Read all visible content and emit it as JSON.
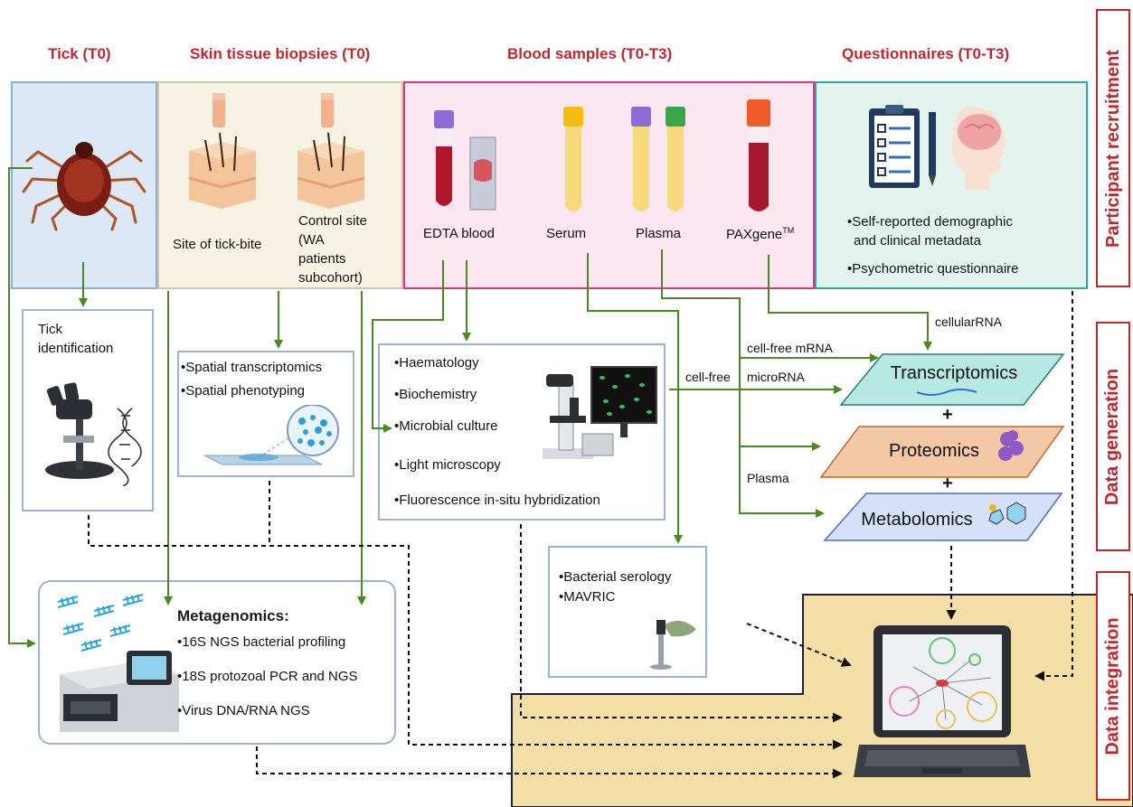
{
  "headers": {
    "tick": "Tick (T0)",
    "skin": "Skin tissue biopsies (T0)",
    "blood": "Blood samples (T0-T3)",
    "questionnaires": "Questionnaires  (T0-T3)"
  },
  "side_labels": {
    "recruitment": "Participant recruitment",
    "generation": "Data generation",
    "integration": "Data integration"
  },
  "skin": {
    "site_tick_bite": "Site of tick-bite",
    "control_site": [
      "Control site",
      "(WA",
      "patients",
      "subcohort)"
    ]
  },
  "blood": {
    "edta": "EDTA blood",
    "serum": "Serum",
    "plasma": "Plasma",
    "paxgene": "PAXgene",
    "paxgene_tm": "TM"
  },
  "questionnaires": {
    "items": [
      "•Self-reported demographic",
      "and clinical metadata",
      "•Psychometric questionnaire"
    ]
  },
  "tick_id": {
    "label": [
      "Tick",
      "identification"
    ]
  },
  "spatial": {
    "items": [
      "•Spatial transcriptomics",
      "•Spatial phenotyping"
    ]
  },
  "lab": {
    "items": [
      "•Haematology",
      "•Biochemistry",
      "•Microbial culture",
      "•Light microscopy",
      "•Fluorescence in-situ hybridization"
    ]
  },
  "serology": {
    "items": [
      "•Bacterial serology",
      "•MAVRIC"
    ]
  },
  "metagenomics": {
    "title": "Metagenomics:",
    "items": [
      "•16S NGS bacterial profiling",
      "•18S protozoal PCR and NGS",
      "•Virus DNA/RNA NGS"
    ]
  },
  "omics": {
    "transcriptomics": "Transcriptomics",
    "proteomics": "Proteomics",
    "metabolomics": "Metabolomics",
    "plus": "+"
  },
  "flow_labels": {
    "cellular_rna": "cellularRNA",
    "cell_free_mrna": "cell-free mRNA",
    "cell_free": "cell-free",
    "microrna": "microRNA",
    "plasma": "Plasma"
  },
  "colors": {
    "header_red": "#c0272d",
    "arrow_green": "#4a8a22",
    "tick_panel": "#dce8f5",
    "skin_panel": "#f7f3e4",
    "blood_panel": "#fce6ef",
    "questionnaire_panel": "#e3f4ef",
    "integration_panel": "#f3dfa6"
  }
}
